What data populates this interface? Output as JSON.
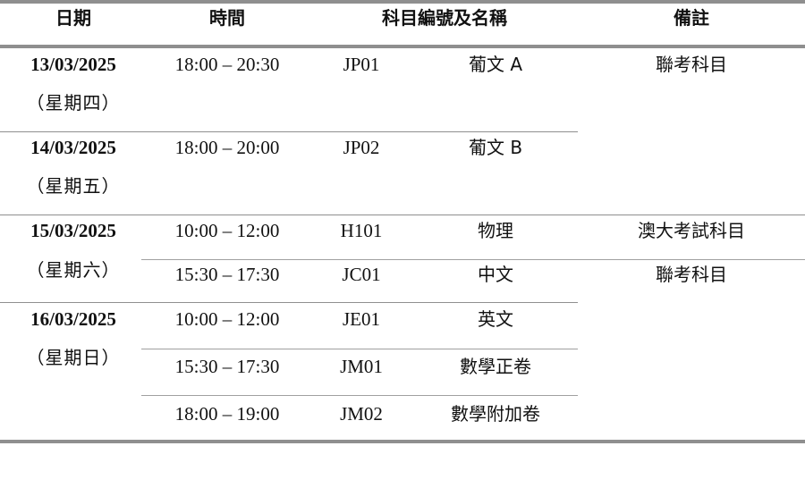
{
  "header": {
    "date": "日期",
    "time": "時間",
    "subject": "科目編號及名稱",
    "remarks": "備註"
  },
  "days": [
    {
      "date": "13/03/2025",
      "weekday": "（星期四）",
      "sessions": [
        {
          "time": "18:00 – 20:30",
          "code": "JP01",
          "name": "葡文 A",
          "remark": "聯考科目"
        }
      ]
    },
    {
      "date": "14/03/2025",
      "weekday": "（星期五）",
      "sessions": [
        {
          "time": "18:00 – 20:00",
          "code": "JP02",
          "name": "葡文 B",
          "remark": ""
        }
      ]
    },
    {
      "date": "15/03/2025",
      "weekday": "（星期六）",
      "sessions": [
        {
          "time": "10:00 – 12:00",
          "code": "H101",
          "name": "物理",
          "remark": "澳大考試科目"
        },
        {
          "time": "15:30 – 17:30",
          "code": "JC01",
          "name": "中文",
          "remark": "聯考科目"
        }
      ]
    },
    {
      "date": "16/03/2025",
      "weekday": "（星期日）",
      "sessions": [
        {
          "time": "10:00 – 12:00",
          "code": "JE01",
          "name": "英文",
          "remark": ""
        },
        {
          "time": "15:30 – 17:30",
          "code": "JM01",
          "name": "數學正卷",
          "remark": ""
        },
        {
          "time": "18:00 – 19:00",
          "code": "JM02",
          "name": "數學附加卷",
          "remark": ""
        }
      ]
    }
  ]
}
